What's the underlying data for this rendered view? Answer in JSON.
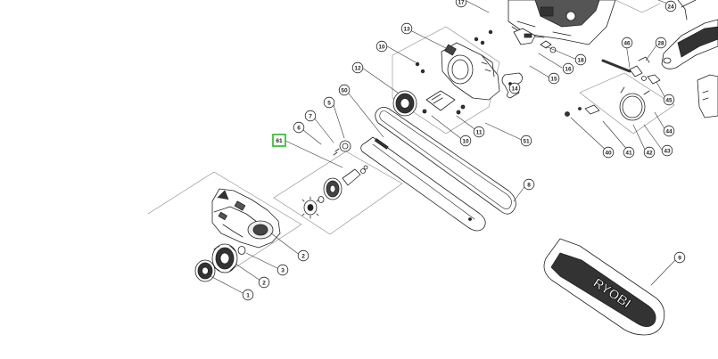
{
  "diagram": {
    "highlighted_part": "61",
    "highlight_color": "#22bb22",
    "logo_text": "RYOBI",
    "callouts": [
      {
        "id": "c17",
        "label": "17"
      },
      {
        "id": "c24",
        "label": "24"
      },
      {
        "id": "c13",
        "label": "13"
      },
      {
        "id": "c10a",
        "label": "10"
      },
      {
        "id": "c12",
        "label": "12"
      },
      {
        "id": "c50",
        "label": "50"
      },
      {
        "id": "c5",
        "label": "5"
      },
      {
        "id": "c7",
        "label": "7"
      },
      {
        "id": "c6",
        "label": "6"
      },
      {
        "id": "c61",
        "label": "61"
      },
      {
        "id": "c14",
        "label": "14"
      },
      {
        "id": "c15",
        "label": "15"
      },
      {
        "id": "c16",
        "label": "16"
      },
      {
        "id": "c18",
        "label": "18"
      },
      {
        "id": "c46",
        "label": "46"
      },
      {
        "id": "c28",
        "label": "28"
      },
      {
        "id": "c45",
        "label": "45"
      },
      {
        "id": "c44",
        "label": "44"
      },
      {
        "id": "c43",
        "label": "43"
      },
      {
        "id": "c42",
        "label": "42"
      },
      {
        "id": "c41",
        "label": "41"
      },
      {
        "id": "c40",
        "label": "40"
      },
      {
        "id": "c11",
        "label": "11"
      },
      {
        "id": "c10b",
        "label": "10"
      },
      {
        "id": "c51",
        "label": "51"
      },
      {
        "id": "c8",
        "label": "8"
      },
      {
        "id": "c9",
        "label": "9"
      },
      {
        "id": "c2a",
        "label": "2"
      },
      {
        "id": "c3",
        "label": "3"
      },
      {
        "id": "c2b",
        "label": "2"
      },
      {
        "id": "c1",
        "label": "1"
      }
    ]
  }
}
